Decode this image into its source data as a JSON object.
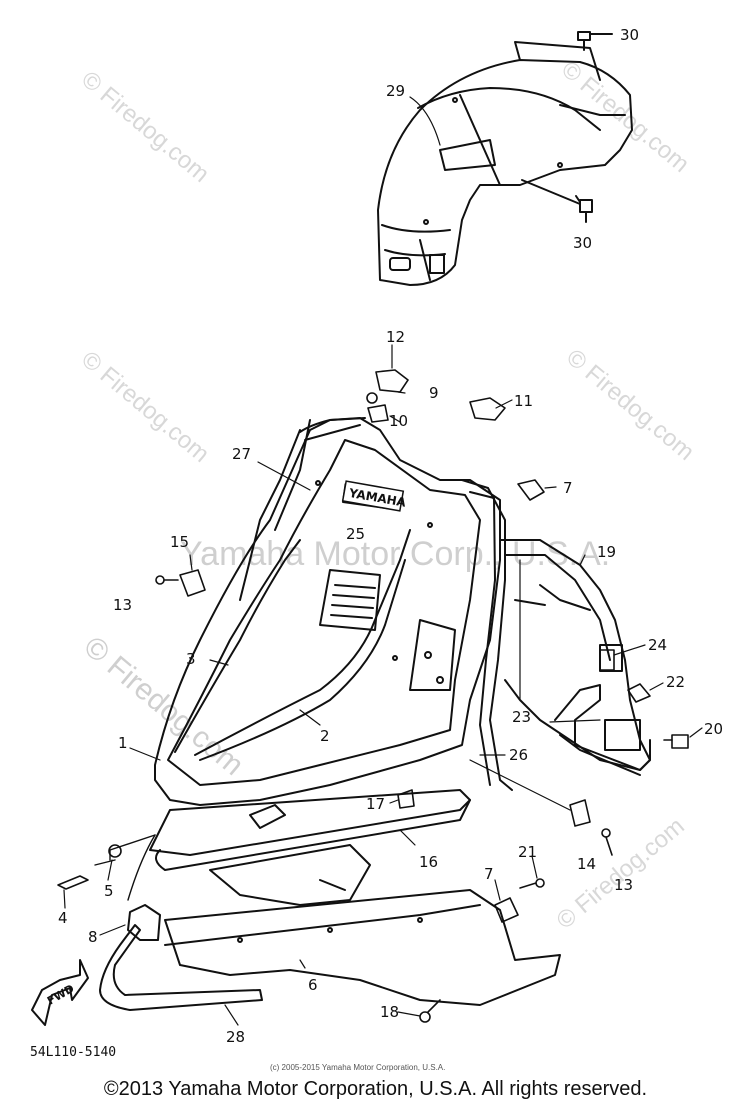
{
  "diagram": {
    "code": "54L110-5140",
    "small_copyright": "(c) 2005-2015 Yamaha Motor Corporation, U.S.A.",
    "footer": "©2013 Yamaha Motor Corporation, U.S.A. All rights reserved.",
    "center_watermark": "Yamaha Motor Corp., U.S.A.",
    "watermark": "© Firedog.com",
    "fwd_label": "FWD",
    "emblem_text": "YAMAHA",
    "part_numbers": [
      "30",
      "29",
      "30",
      "12",
      "9",
      "11",
      "10",
      "27",
      "7",
      "25",
      "15",
      "19",
      "13",
      "24",
      "3",
      "22",
      "2",
      "23",
      "20",
      "1",
      "26",
      "17",
      "14",
      "16",
      "21",
      "13",
      "5",
      "7",
      "4",
      "8",
      "6",
      "18",
      "28"
    ]
  }
}
